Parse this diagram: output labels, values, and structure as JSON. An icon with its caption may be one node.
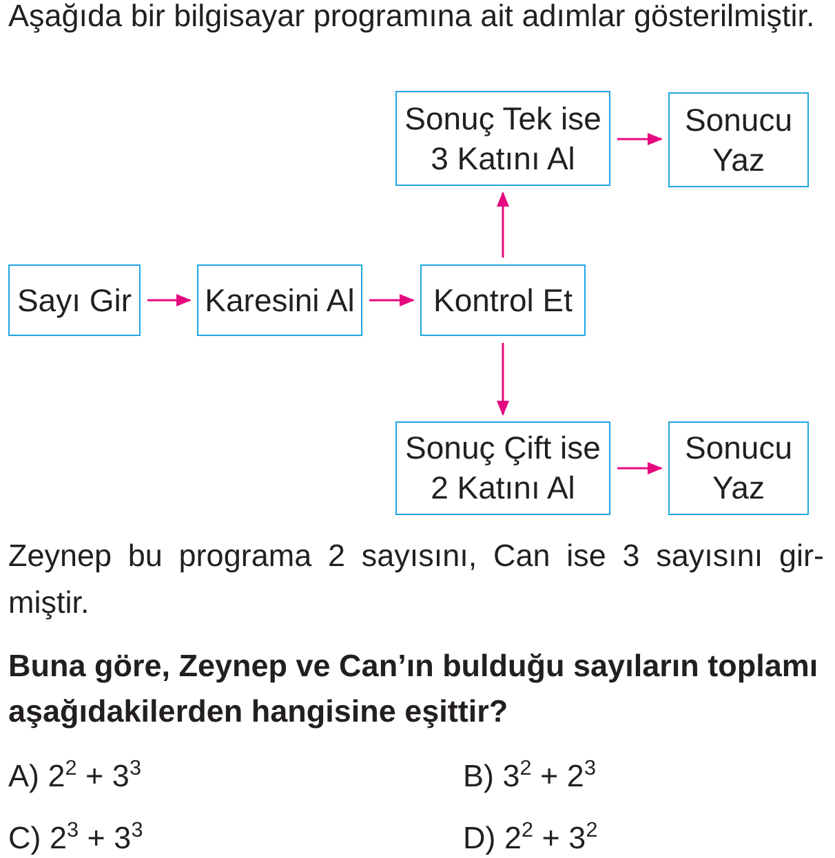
{
  "diagram": {
    "nodes": [
      {
        "text": [
          "Sayı Gir"
        ]
      },
      {
        "text": [
          "Karesini Al"
        ]
      },
      {
        "text": [
          "Kontrol Et"
        ]
      },
      {
        "text": [
          "Sonuç Tek ise 3 Katını Al"
        ]
      },
      {
        "text": [
          "Sonucu Yaz"
        ]
      },
      {
        "text": [
          "Sonuç Çift ise 2 Katını Al"
        ]
      },
      {
        "text": [
          "Sonucu Yaz"
        ]
      }
    ],
    "edges": [
      {
        "from": 0,
        "to": 1,
        "arrow": "to"
      },
      {
        "from": 1,
        "to": 2,
        "arrow": "to"
      },
      {
        "from": 2,
        "to": 3,
        "arrow": "to"
      },
      {
        "from": 3,
        "to": 4,
        "arrow": "to"
      },
      {
        "from": 2,
        "to": 5,
        "arrow": "to"
      },
      {
        "from": 5,
        "to": 6,
        "arrow": "to"
      }
    ],
    "labels": [
      "Aşağıda bir bilgisayar programına ait adımlar gösterilmiştir.",
      "Zeynep bu programa 2 sayısını, Can ise 3 sayısını gir-miştir.",
      "Buna göre, Zeynep ve Can’ın bulduğu sayıların toplamı aşağıdakilerden hangisine eşittir?",
      "A) 2$^{2}$ + 3$^{3}$",
      "B) 3$^{2}$ + 2$^{3}$",
      "C) 2$^{3}$ + 3$^{3}$",
      "D) 2$^{2}$ + 3$^{2}$"
    ]
  }
}
